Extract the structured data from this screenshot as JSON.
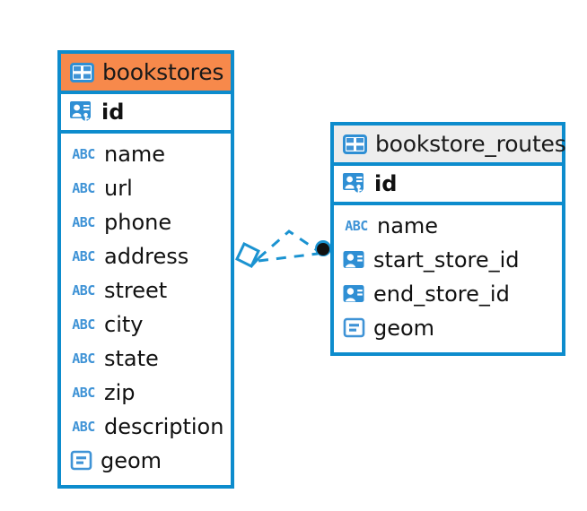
{
  "diagram": {
    "type": "entity-relationship-diagram",
    "background_color": "#ffffff",
    "accent_color": "#0d8ccd",
    "icon_blue": "#3f93d6",
    "highlight_color": "#f7894b",
    "neutral_header_color": "#ededed"
  },
  "entities": [
    {
      "name": "bookstores",
      "header_style": "accent-orange",
      "table_icon": "table-icon",
      "primary_key": {
        "label": "id",
        "icon": "primary-key-icon"
      },
      "fields": [
        {
          "label": "name",
          "icon": "abc-text-icon"
        },
        {
          "label": "url",
          "icon": "abc-text-icon"
        },
        {
          "label": "phone",
          "icon": "abc-text-icon"
        },
        {
          "label": "address",
          "icon": "abc-text-icon"
        },
        {
          "label": "street",
          "icon": "abc-text-icon"
        },
        {
          "label": "city",
          "icon": "abc-text-icon"
        },
        {
          "label": "state",
          "icon": "abc-text-icon"
        },
        {
          "label": "zip",
          "icon": "abc-text-icon"
        },
        {
          "label": "description",
          "icon": "abc-text-icon"
        },
        {
          "label": "geom",
          "icon": "geometry-icon"
        }
      ]
    },
    {
      "name": "bookstore_routes",
      "header_style": "accent-grey",
      "table_icon": "table-icon",
      "primary_key": {
        "label": "id",
        "icon": "primary-key-icon"
      },
      "fields": [
        {
          "label": "name",
          "icon": "abc-text-icon"
        },
        {
          "label": "start_store_id",
          "icon": "foreign-key-icon"
        },
        {
          "label": "end_store_id",
          "icon": "foreign-key-icon"
        },
        {
          "label": "geom",
          "icon": "geometry-icon"
        }
      ]
    }
  ],
  "relationship": {
    "style": "dashed",
    "source_marker": "diamond-open-marker",
    "target_marker": "filled-circle-marker",
    "line_color": "#0d8ccd",
    "branches": 2
  },
  "icon_glyphs": {
    "abc_text": "ABC"
  }
}
